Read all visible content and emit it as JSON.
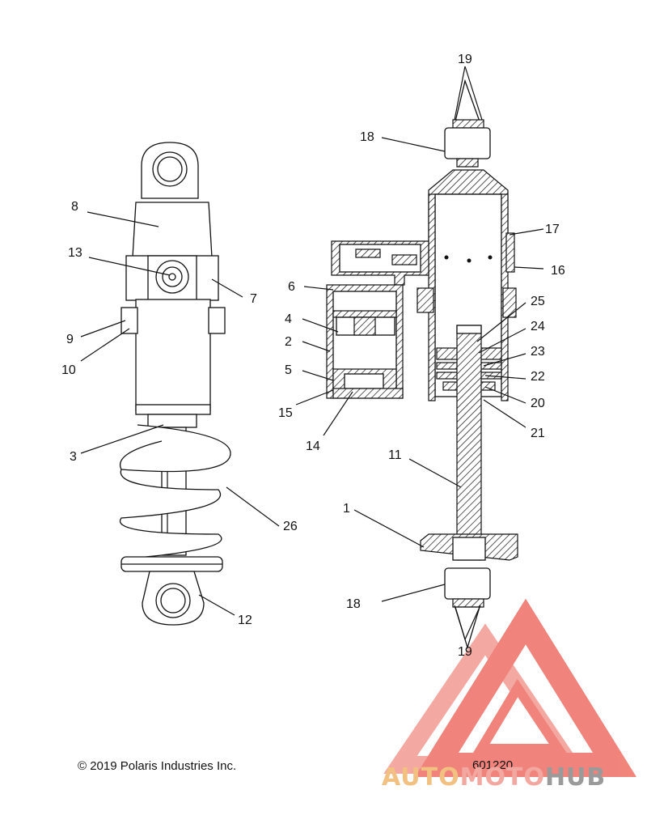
{
  "callouts": {
    "c1": "1",
    "c2": "2",
    "c3": "3",
    "c4": "4",
    "c5": "5",
    "c6": "6",
    "c7": "7",
    "c8": "8",
    "c9": "9",
    "c10": "10",
    "c11": "11",
    "c12": "12",
    "c13": "13",
    "c14": "14",
    "c15": "15",
    "c16": "16",
    "c17": "17",
    "c18a": "18",
    "c18b": "18",
    "c19a": "19",
    "c19b": "19",
    "c20": "20",
    "c21": "21",
    "c22": "22",
    "c23": "23",
    "c24": "24",
    "c25": "25",
    "c26": "26"
  },
  "footer": {
    "copyright": "© 2019 Polaris Industries Inc.",
    "diagram_number": "601220"
  },
  "watermark": {
    "part1": "AUTO",
    "part2": "MOTO",
    "part3": "HUB",
    "colors": {
      "auto": "#f2c080",
      "moto": "#f2a8a0",
      "hub": "#9a9a9a",
      "logo": "#ee6e64"
    }
  }
}
